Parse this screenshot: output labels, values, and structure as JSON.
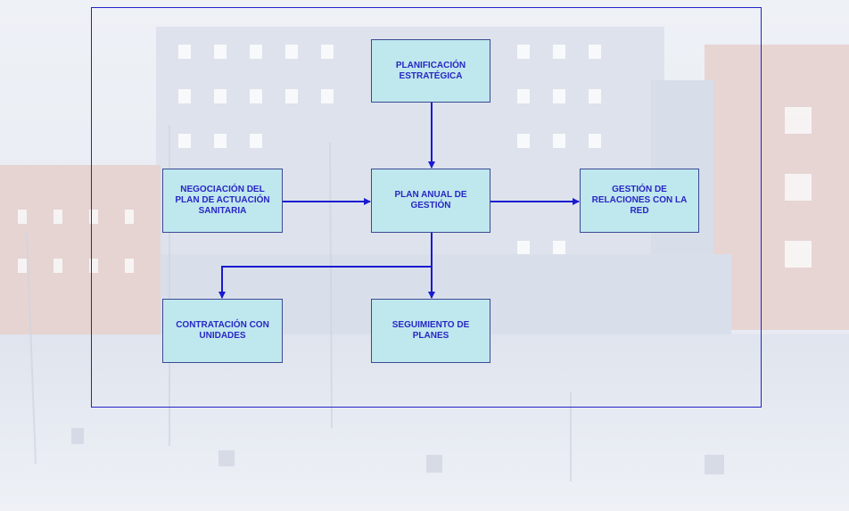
{
  "diagram": {
    "nodes": {
      "planificacion": "PLANIFICACIÓN ESTRATÉGICA",
      "negociacion": "NEGOCIACIÓN DEL PLAN DE ACTUACIÓN SANITARIA",
      "plan_anual": "PLAN ANUAL DE GESTIÓN",
      "gestion_relaciones": "GESTIÓN DE RELACIONES CON LA RED",
      "contratacion": "CONTRATACIÓN CON UNIDADES",
      "seguimiento": "SEGUIMIENTO DE PLANES"
    },
    "edges": [
      {
        "from": "planificacion",
        "to": "plan_anual"
      },
      {
        "from": "negociacion",
        "to": "plan_anual"
      },
      {
        "from": "plan_anual",
        "to": "gestion_relaciones"
      },
      {
        "from": "plan_anual",
        "to": "contratacion"
      },
      {
        "from": "plan_anual",
        "to": "seguimiento"
      }
    ],
    "colors": {
      "box_fill": "#bfe7ee",
      "box_border": "#3b4a93",
      "text": "#2727c4",
      "arrow": "#1a1ad0",
      "frame": "#2323c8"
    }
  }
}
